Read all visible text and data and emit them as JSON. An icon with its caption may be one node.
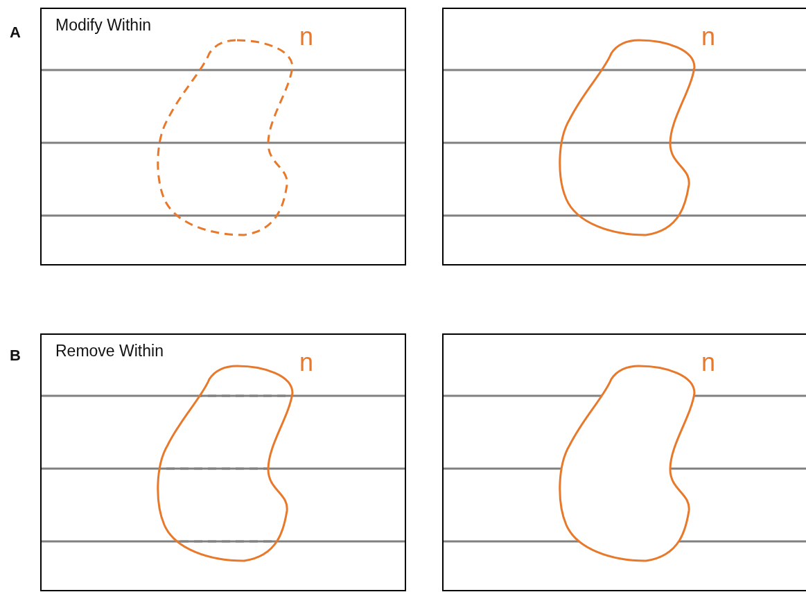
{
  "diagram": {
    "nodes": [
      {
        "text": [
          "Modify Within"
        ]
      },
      {
        "text": [],
        "shape": "blob",
        "in": 0,
        "beside": [
          "n"
        ]
      },
      {
        "text": [],
        "shape": "box"
      },
      {
        "text": [],
        "shape": "blob",
        "in": 2,
        "beside": [
          "n"
        ]
      },
      {
        "text": [
          "Remove Within"
        ]
      },
      {
        "text": [],
        "shape": "blob",
        "in": 4,
        "beside": [
          "n"
        ]
      },
      {
        "text": [],
        "shape": "box"
      },
      {
        "text": [],
        "shape": "blob",
        "in": 6,
        "beside": [
          "n"
        ]
      }
    ],
    "labels": [
      "A",
      "B"
    ]
  }
}
